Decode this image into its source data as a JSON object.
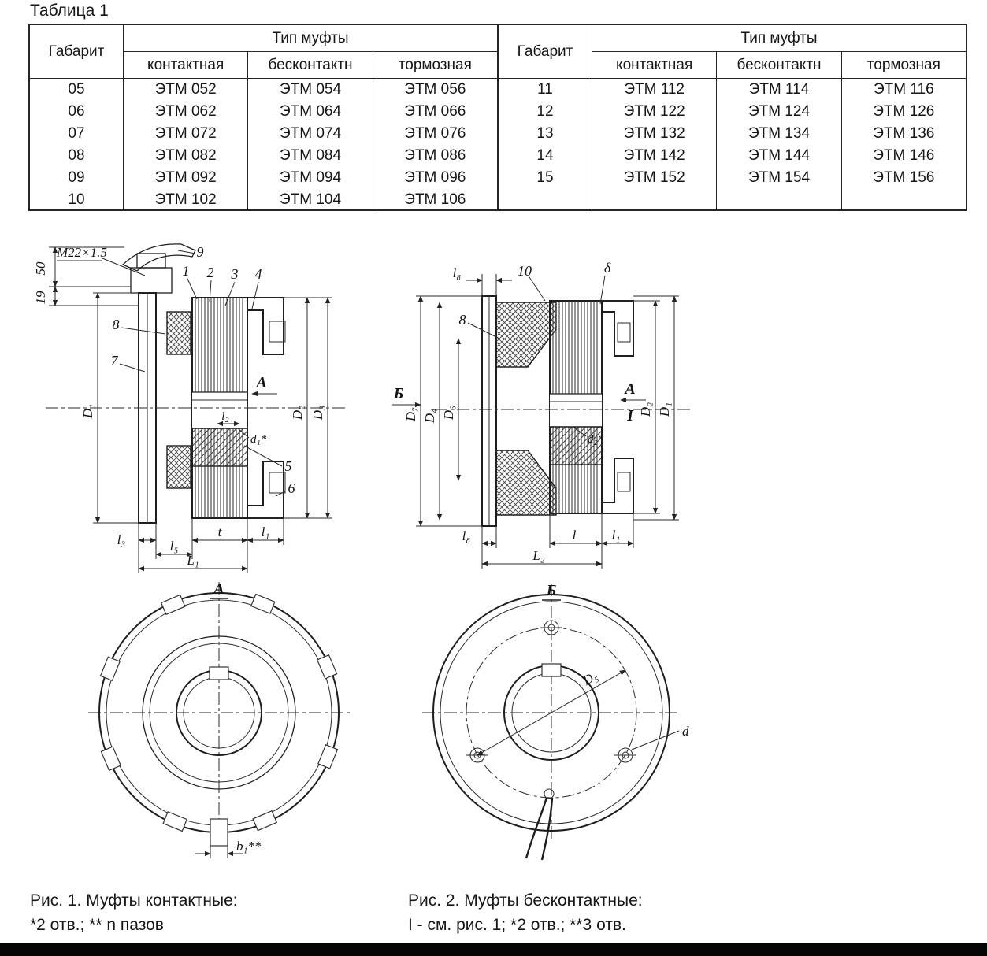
{
  "table": {
    "title": "Таблица 1",
    "left": {
      "gabarit_header": "Габарит",
      "type_header": "Тип муфты",
      "columns": [
        "контактная",
        "бесконтактн",
        "тормозная"
      ],
      "rows": [
        [
          "05",
          "ЭТМ 052",
          "ЭТМ 054",
          "ЭТМ 056"
        ],
        [
          "06",
          "ЭТМ 062",
          "ЭТМ 064",
          "ЭТМ 066"
        ],
        [
          "07",
          "ЭТМ 072",
          "ЭТМ 074",
          "ЭТМ 076"
        ],
        [
          "08",
          "ЭТМ 082",
          "ЭТМ 084",
          "ЭТМ 086"
        ],
        [
          "09",
          "ЭТМ 092",
          "ЭТМ 094",
          "ЭТМ 096"
        ],
        [
          "10",
          "ЭТМ 102",
          "ЭТМ 104",
          "ЭТМ 106"
        ]
      ]
    },
    "right": {
      "gabarit_header": "Габарит",
      "type_header": "Тип муфты",
      "columns": [
        "контактная",
        "бесконтактн",
        "тормозная"
      ],
      "rows": [
        [
          "11",
          "ЭТМ 112",
          "ЭТМ 114",
          "ЭТМ 116"
        ],
        [
          "12",
          "ЭТМ 122",
          "ЭТМ 124",
          "ЭТМ 126"
        ],
        [
          "13",
          "ЭТМ 132",
          "ЭТМ 134",
          "ЭТМ 136"
        ],
        [
          "14",
          "ЭТМ 142",
          "ЭТМ 144",
          "ЭТМ 146"
        ],
        [
          "15",
          "ЭТМ 152",
          "ЭТМ 154",
          "ЭТМ 156"
        ]
      ]
    }
  },
  "drawings": {
    "fig1": {
      "thread_label": "M22×1.5",
      "dim_50": "50",
      "dim_19": "19",
      "parts": {
        "p1": "1",
        "p2": "2",
        "p3": "3",
        "p4": "4",
        "p5": "5",
        "p6": "6",
        "p7": "7",
        "p8": "8",
        "p9": "9"
      },
      "section_label": "A",
      "dim_D1": "D₁",
      "dim_D2": "D₂",
      "dim_D3": "D₃",
      "dim_l2": "l₂",
      "dim_d1": "d₁*",
      "dim_l3": "l₃",
      "dim_l5": "l₅",
      "dim_t": "t",
      "dim_l1": "l₁",
      "dim_L1": "L₁"
    },
    "fig2": {
      "dim_l8_top": "l₈",
      "part_10": "10",
      "dim_delta": "δ",
      "part_8": "8",
      "section_label": "Б",
      "detail_a": "A",
      "detail_i": "I",
      "dim_d2": "d₂*",
      "dim_D7": "D₇",
      "dim_D4": "D₄",
      "dim_D6": "D₆",
      "dim_D2": "D₂",
      "dim_D1": "D₁",
      "dim_l8_bottom": "l₈",
      "dim_l": "l",
      "dim_l1": "l₁",
      "dim_L2": "L₂"
    },
    "viewA": {
      "label": "A",
      "dim_b1": "b₁**"
    },
    "viewB": {
      "label": "Б",
      "dim_D5": "D₅",
      "dim_d": "d"
    }
  },
  "captions": {
    "fig1_line1": "Рис. 1. Муфты контактные:",
    "fig1_line2": "*2 отв.; ** n пазов",
    "fig2_line1": "Рис. 2. Муфты бесконтактные:",
    "fig2_line2": "I - см. рис. 1; *2 отв.; **3 отв."
  }
}
